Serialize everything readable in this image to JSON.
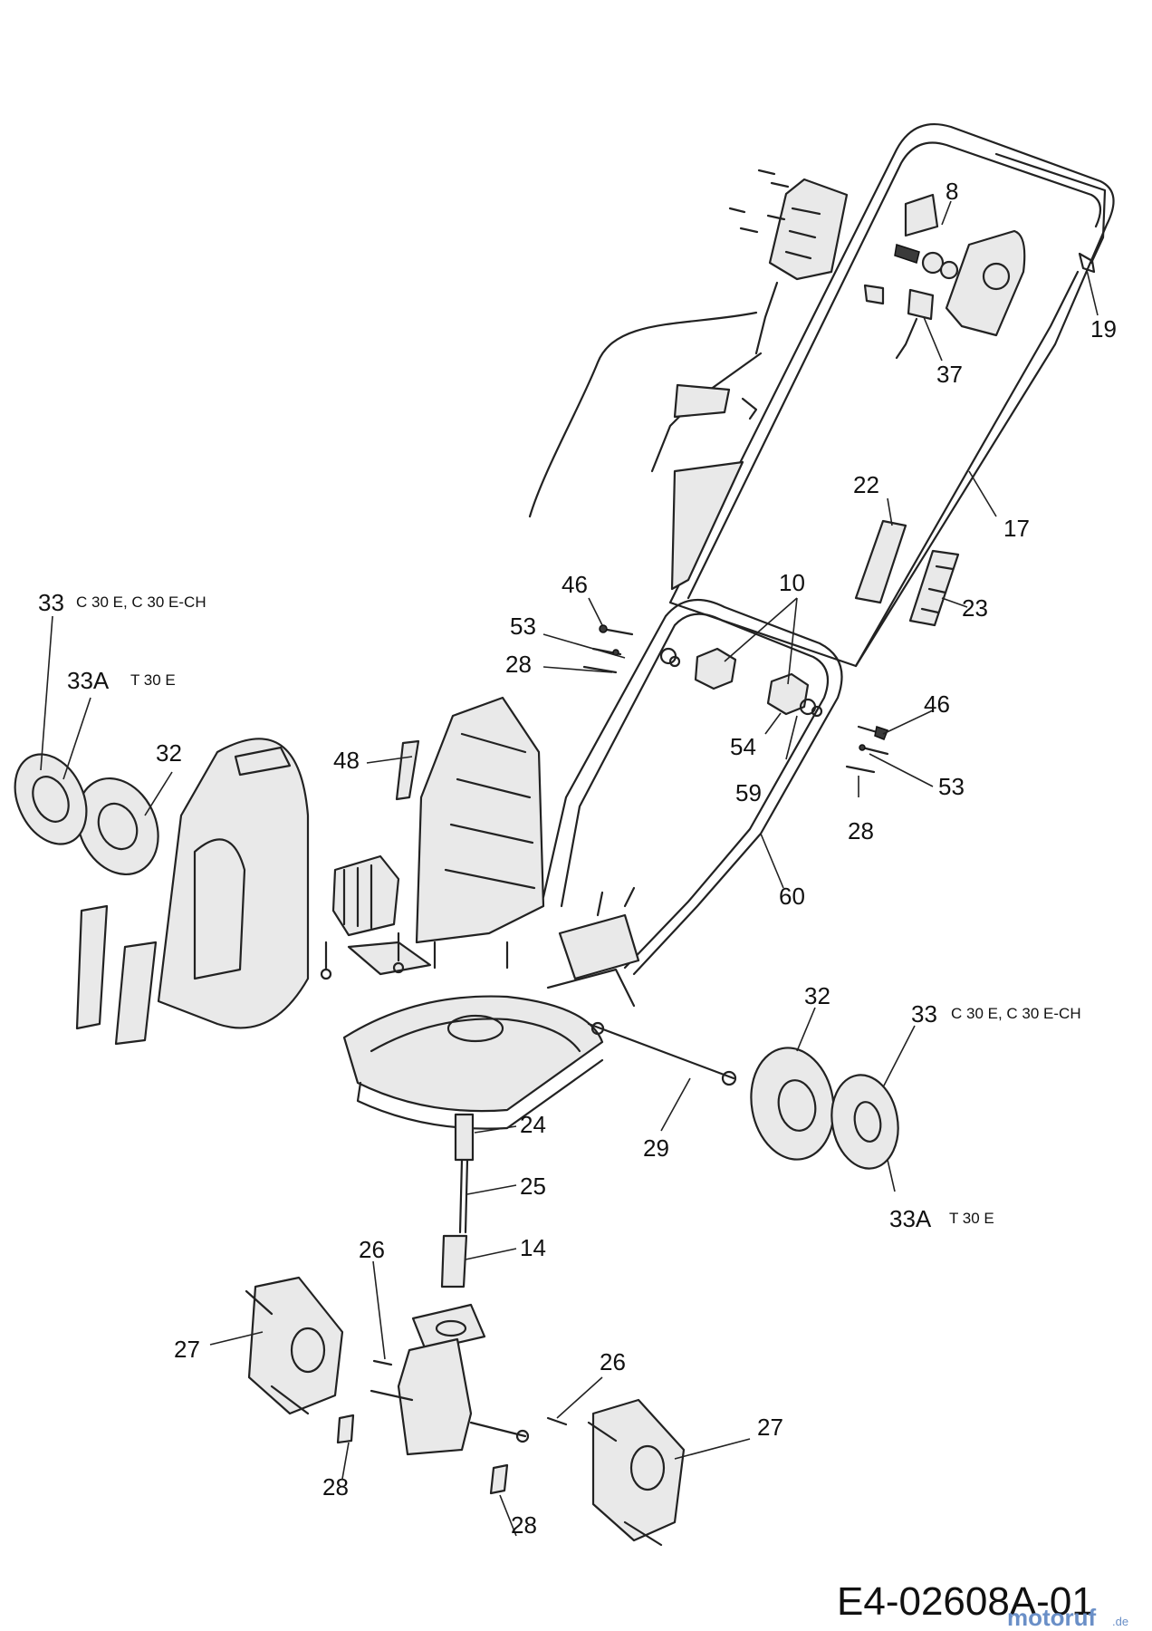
{
  "diagram": {
    "drawing_code": "E4-02608A-01",
    "watermark": {
      "name": "motoruf",
      "suffix": ".de"
    },
    "labels": [
      {
        "id": "p8",
        "text": "8"
      },
      {
        "id": "p19",
        "text": "19"
      },
      {
        "id": "p37",
        "text": "37"
      },
      {
        "id": "p17",
        "text": "17"
      },
      {
        "id": "p22",
        "text": "22"
      },
      {
        "id": "p23",
        "text": "23"
      },
      {
        "id": "p10",
        "text": "10"
      },
      {
        "id": "p46a",
        "text": "46"
      },
      {
        "id": "p53a",
        "text": "53"
      },
      {
        "id": "p28a",
        "text": "28"
      },
      {
        "id": "p46b",
        "text": "46"
      },
      {
        "id": "p53b",
        "text": "53"
      },
      {
        "id": "p28b",
        "text": "28"
      },
      {
        "id": "p54",
        "text": "54"
      },
      {
        "id": "p59",
        "text": "59"
      },
      {
        "id": "p60",
        "text": "60"
      },
      {
        "id": "p48",
        "text": "48"
      },
      {
        "id": "p32a",
        "text": "32"
      },
      {
        "id": "p33a",
        "text": "33"
      },
      {
        "id": "p33Aa",
        "text": "33A"
      },
      {
        "id": "p32b",
        "text": "32"
      },
      {
        "id": "p33b",
        "text": "33"
      },
      {
        "id": "p33Ab",
        "text": "33A"
      },
      {
        "id": "p29",
        "text": "29"
      },
      {
        "id": "p24",
        "text": "24"
      },
      {
        "id": "p25",
        "text": "25"
      },
      {
        "id": "p14",
        "text": "14"
      },
      {
        "id": "p26a",
        "text": "26"
      },
      {
        "id": "p26b",
        "text": "26"
      },
      {
        "id": "p27a",
        "text": "27"
      },
      {
        "id": "p27b",
        "text": "27"
      },
      {
        "id": "p28c",
        "text": "28"
      },
      {
        "id": "p28d",
        "text": "28"
      }
    ],
    "variants": {
      "v33a": "C 30 E, C 30 E-CH",
      "v33Aa": "T 30 E",
      "v33b": "C 30 E, C 30 E-CH",
      "v33Ab": "T 30 E"
    }
  }
}
